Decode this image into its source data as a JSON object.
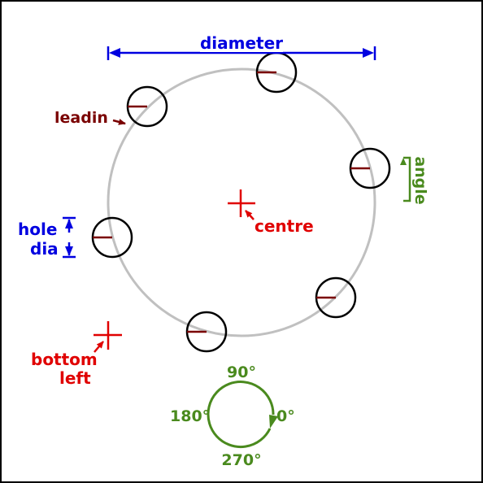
{
  "colors": {
    "frame": "#000000",
    "bolt_circle": "#c0c0c0",
    "hole": "#000000",
    "leadin": "#7a0000",
    "blue": "#0000e0",
    "red": "#e00000",
    "green": "#4a8a1e"
  },
  "labels": {
    "diameter": "diameter",
    "leadin": "leadin",
    "angle": "angle",
    "hole": "hole",
    "dia": "dia",
    "centre": "centre",
    "bottom": "bottom",
    "left": "left"
  },
  "angle_legend": {
    "deg_90": "90°",
    "deg_180": "180°",
    "deg_0": "0°",
    "deg_270": "270°"
  }
}
